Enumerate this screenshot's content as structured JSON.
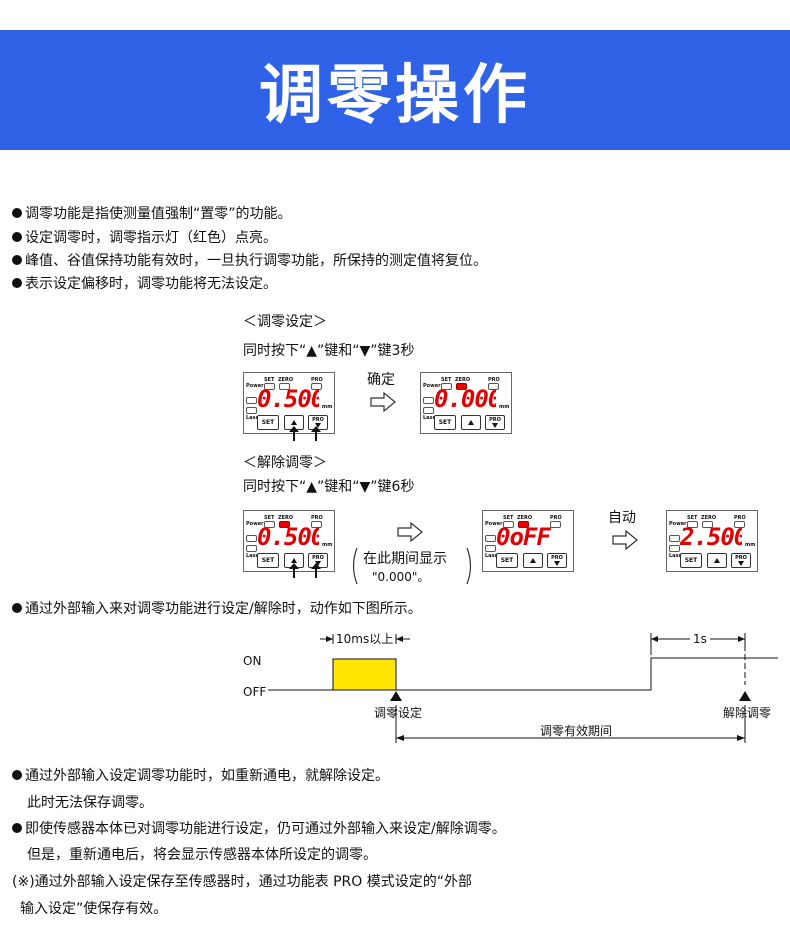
{
  "header": {
    "title": "调零操作"
  },
  "bullets": [
    "调零功能是指使测量值强制“置零”的功能。",
    "设定调零时，调零指示灯（红色）点亮。",
    "峰值、谷值保持功能有效时，一旦执行调零功能，所保持的测定值将复位。",
    "表示设定偏移时，调零功能将无法设定。"
  ],
  "zero_set": {
    "heading": "＜调零设定＞",
    "instruction": "同时按下“▲”键和“▼”键3秒",
    "confirm_label": "确定",
    "before_value": "0.500",
    "after_value": "0.000"
  },
  "zero_release": {
    "heading": "＜解除调零＞",
    "instruction": "同时按下“▲”键和“▼”键6秒",
    "note_line1": "在此期间显示",
    "note_line2": "\"0.000\"。",
    "auto_label": "自动",
    "before_value": "0.500",
    "mid_value": "0oFF",
    "after_value": "2.500"
  },
  "panel_labels": {
    "set": "SET",
    "zero": "ZERO",
    "pro": "PRO",
    "power": "Power",
    "laser": "Laser",
    "unit": "mm",
    "set_btn": "SET",
    "pro_btn": "PRO"
  },
  "external_bullet": "通过外部输入来对调零功能进行设定/解除时，动作如下图所示。",
  "timing": {
    "on": "ON",
    "off": "OFF",
    "pulse": "10ms以上",
    "delay": "1s",
    "set_event": "调零设定",
    "release_event": "解除调零",
    "valid_period": "调零有效期间",
    "pulse_color": "#ffe600"
  },
  "notes": [
    {
      "bullet": true,
      "text": "通过外部输入设定调零功能时，如重新通电，就解除设定。"
    },
    {
      "bullet": false,
      "text": "此时无法保存调零。"
    },
    {
      "bullet": true,
      "text": "即使传感器本体已对调零功能进行设定，仍可通过外部输入来设定/解除调零。"
    },
    {
      "bullet": false,
      "text": "但是，重新通电后，将会显示传感器本体所设定的调零。"
    },
    {
      "bullet": false,
      "text": "(※)通过外部输入设定保存至传感器时，通过功能表  PRO  模式设定的“外部"
    },
    {
      "bullet": false,
      "text": "输入设定”使保存有效。"
    }
  ],
  "colors": {
    "banner": "#2f62e6",
    "segment": "#e00000"
  }
}
